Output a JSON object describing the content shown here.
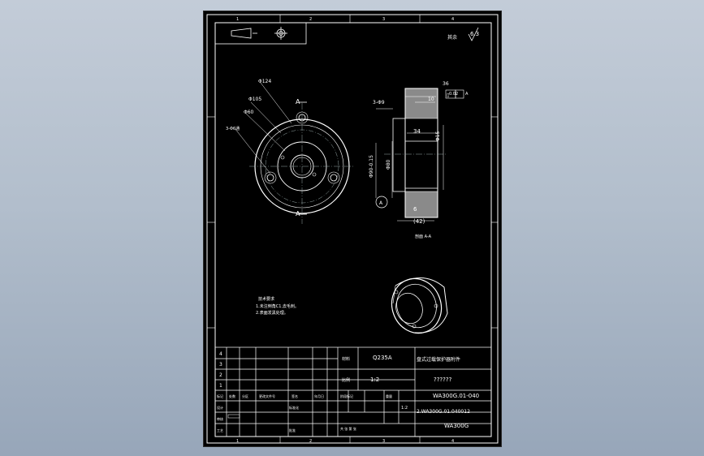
{
  "ruler_top": [
    "1",
    "2",
    "3",
    "4"
  ],
  "ruler_bottom": [
    "1",
    "2",
    "3",
    "4"
  ],
  "dims": {
    "d124": "Φ124",
    "d105": "Φ105",
    "d60": "Φ60",
    "holes": "3-Φ6通",
    "sec_a_top": "A",
    "sec_a_bot": "A",
    "d36": "36",
    "tol_sym": "▯",
    "tol_val": "0.02",
    "tol_ref": "A",
    "d10": "10",
    "d3x9": "3-Φ9",
    "d34": "34",
    "d15": "Φ15",
    "d90": "Φ90-0.15",
    "d80": "Φ80",
    "d6": "6",
    "d42": "(42)",
    "datum": "A",
    "section_label": "剖面 A-A",
    "roughness": "6.3",
    "rest": "其余"
  },
  "tech_notes": [
    "技术要求",
    "1.未注倒角C1,去毛刺。",
    "2.表面发黑处理。"
  ],
  "title_block": {
    "rev_rows": [
      "4",
      "3",
      "2",
      "1"
    ],
    "material_label": "材料",
    "material": "Q235A",
    "scale_label": "比例",
    "scale": "1:2",
    "part_name": "盘式过载保护器附件",
    "part_name2": "??????",
    "drawing_no": "WA300G.01-040",
    "assembly_no": "2.WA300G.01.040012",
    "product": "WA300G",
    "header": [
      "标记",
      "处数",
      "分区",
      "更改文件号",
      "签名",
      "年月日"
    ],
    "roles": [
      "设计",
      "审核",
      "工艺",
      "标准化",
      "批准"
    ],
    "stage": "阶段标记",
    "weight": "重量",
    "sheets": "共 张 第 张",
    "sheet_no": "1:2"
  }
}
